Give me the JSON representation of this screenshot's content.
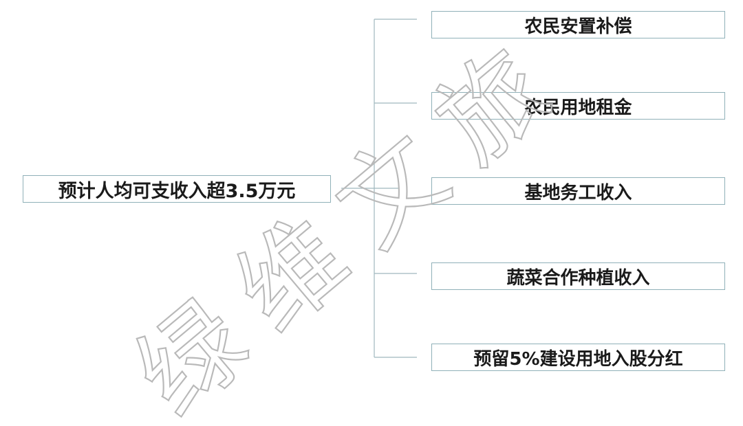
{
  "root": {
    "label": "预计人均可支收入超3.5万元"
  },
  "branches": [
    {
      "label": "农民安置补偿"
    },
    {
      "label": "农民用地租金"
    },
    {
      "label": "基地务工收入"
    },
    {
      "label": "蔬菜合作种植收入"
    },
    {
      "label": "预留5%建设用地入股分红"
    }
  ],
  "watermark": {
    "text": "绿维文旅"
  },
  "colors": {
    "box_border": "#8fb0b8",
    "connector": "#9fb8be",
    "watermark": "#b9b9b9",
    "text": "#1a1a1a"
  }
}
